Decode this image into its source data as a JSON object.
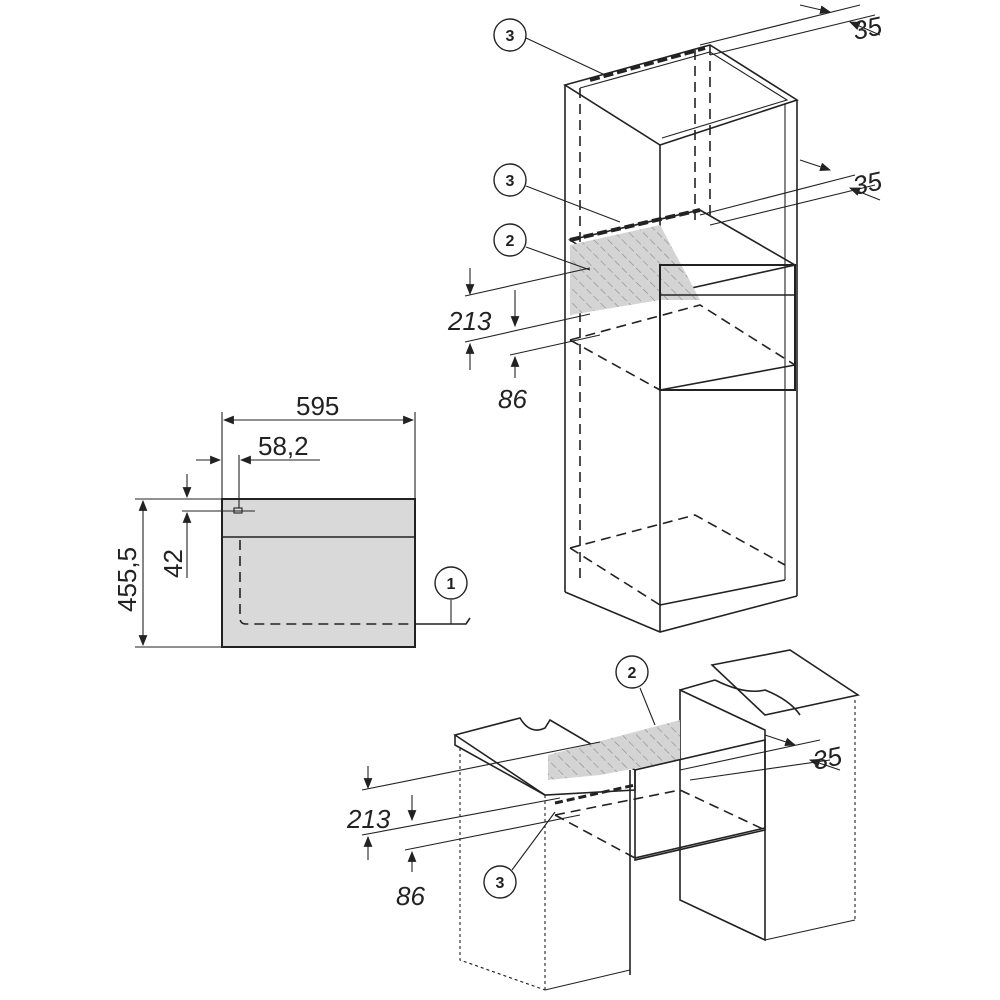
{
  "front_view": {
    "width": "595",
    "offset": "58,2",
    "height": "455,5",
    "top_offset": "42",
    "callout": "1"
  },
  "tall_cabinet": {
    "callout_top": "3",
    "callout_mid": "3",
    "callout_vent": "2",
    "gap_top": "35",
    "gap_mid": "35",
    "niche_dim": "213",
    "lower_dim": "86"
  },
  "base_cabinet": {
    "callout_vent": "2",
    "callout_bottom": "3",
    "gap": "35",
    "niche_dim": "213",
    "lower_dim": "86"
  },
  "colors": {
    "line": "#222222",
    "panel": "#d9d9d9",
    "hatch": "#bbbbbb"
  }
}
